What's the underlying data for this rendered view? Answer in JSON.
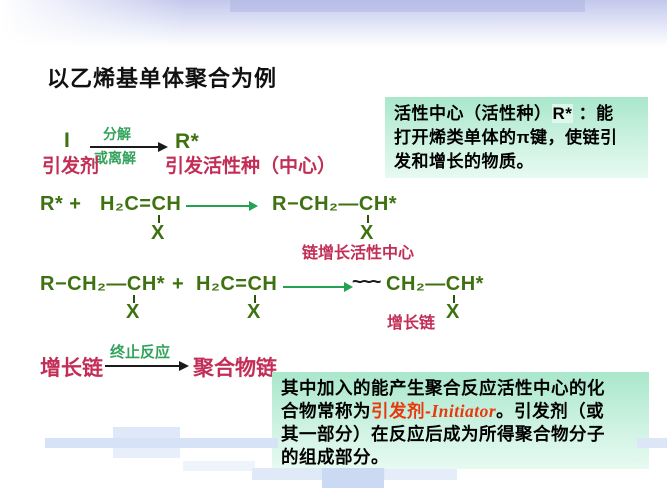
{
  "slide": {
    "title": "以乙烯基单体聚合为例"
  },
  "colors": {
    "formula_green": "#3e7211",
    "arrow_green": "#21a351",
    "note_green": "#33a35c",
    "label_crimson": "#c22e56",
    "highlight_red": "#e8390e",
    "box_green_top": "#a9e7cb",
    "box_green_bottom": "#e7faf1",
    "band_lavender": "#c3c8ec",
    "bar_blue": "#d8e3f6"
  },
  "top_box": {
    "line1_pre": "活性中心（活性种）",
    "line1_rstar": "R*",
    "line1_post": " ：能",
    "line2": "打开烯类单体的π键，使链引",
    "line3": "发和增长的物质。"
  },
  "eq1": {
    "reactant": "I",
    "arrow_above": "分解",
    "arrow_below": "或离解",
    "product": "R*",
    "reactant_label": "引发剂",
    "product_label": "引发活性种（中心）"
  },
  "eq2": {
    "lhs": "R* +",
    "monomer": "H₂C=CH",
    "x1": "X",
    "product": "R−CH₂—CH*",
    "x2": "X",
    "label": "链增长活性中心"
  },
  "eq3": {
    "lhs": "R−CH₂—CH*",
    "x1": "X",
    "plus": "+",
    "monomer": "H₂C=CH",
    "x2": "X",
    "squiggle": "~~~",
    "product": "CH₂—CH*",
    "x3": "X",
    "label": "增长链"
  },
  "eq4": {
    "reactant": "增长链",
    "arrow_above": "终止反应",
    "product": "聚合物链"
  },
  "bottom_box": {
    "line1": "其中加入的能产生聚合反应活性中心的化",
    "line2_pre": "合物常称为",
    "line2_red_cn": "引发剂-",
    "line2_red_en": "Initiator",
    "line2_post": "。引发剂（或",
    "line3": "其一部分）在反应后成为所得聚合物分子",
    "line4": "的组成部分。"
  }
}
